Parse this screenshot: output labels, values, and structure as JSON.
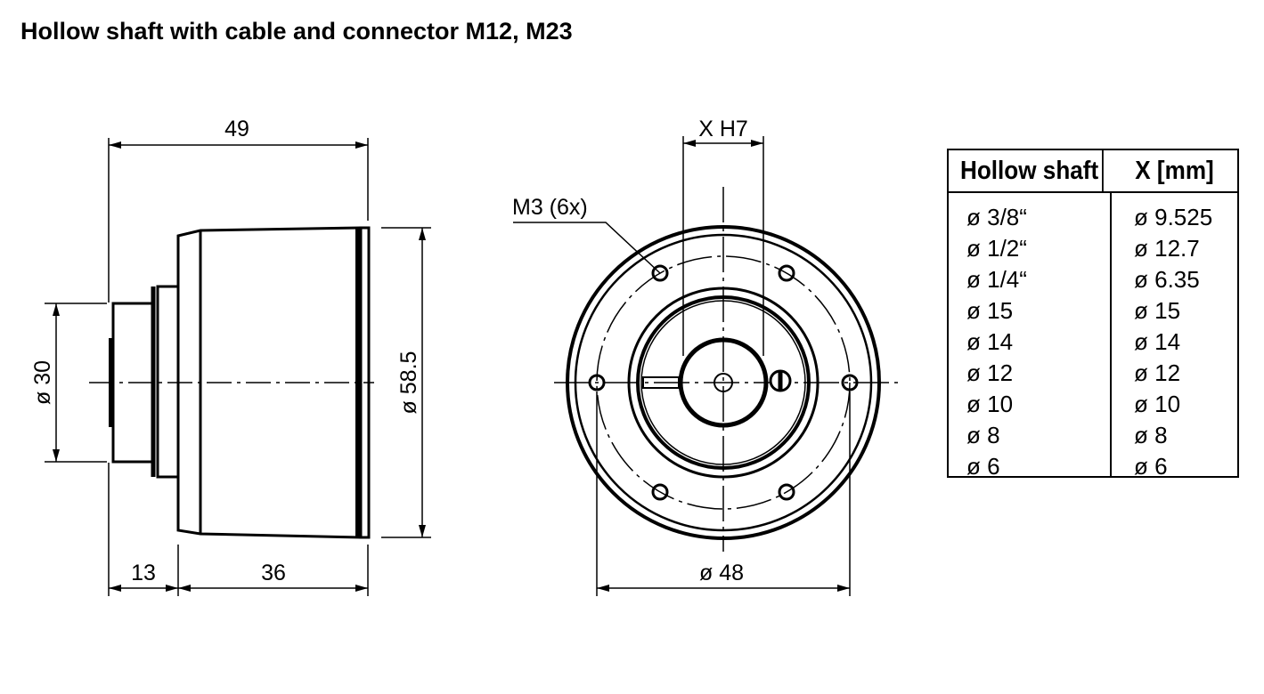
{
  "title": "Hollow shaft with cable and connector M12, M23",
  "side_view": {
    "dim_length_total": "49",
    "dim_diameter_small": "ø 30",
    "dim_diameter_body": "ø 58.5",
    "dim_length_front": "13",
    "dim_length_body": "36"
  },
  "front_view": {
    "dim_bore": "X H7",
    "label_holes": "M3 (6x)",
    "dim_bolt_circle": "ø 48"
  },
  "table": {
    "headers": [
      "Hollow shaft",
      "X [mm]"
    ],
    "rows": [
      [
        "ø 3/8“",
        "ø 9.525"
      ],
      [
        "ø 1/2“",
        "ø 12.7"
      ],
      [
        "ø 1/4“",
        "ø 6.35"
      ],
      [
        "ø 15",
        "ø 15"
      ],
      [
        "ø 14",
        "ø 14"
      ],
      [
        "ø 12",
        "ø 12"
      ],
      [
        "ø 10",
        "ø 10"
      ],
      [
        "ø 8",
        "ø 8"
      ],
      [
        "ø 6",
        "ø 6"
      ]
    ]
  }
}
